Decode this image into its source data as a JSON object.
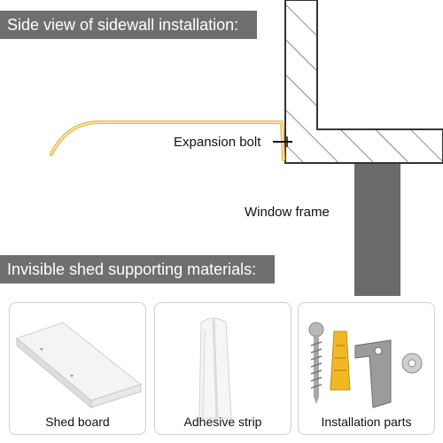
{
  "sections": {
    "side_view_title": "Side view of sidewall installation:",
    "materials_title": "Invisible shed supporting materials:"
  },
  "diagram": {
    "expansion_bolt_label": "Expansion bolt",
    "window_frame_label": "Window frame"
  },
  "materials": [
    {
      "caption": "Shed board",
      "icon": "shed-board-icon"
    },
    {
      "caption": "Adhesive strip",
      "icon": "adhesive-strip-icon"
    },
    {
      "caption": "Installation parts",
      "icon": "installation-parts-icon"
    }
  ],
  "colors": {
    "banner": "#6f6f6f",
    "shed_line": "#e6b84a",
    "wall_outline": "#333333",
    "frame": "#6a6a6a"
  }
}
